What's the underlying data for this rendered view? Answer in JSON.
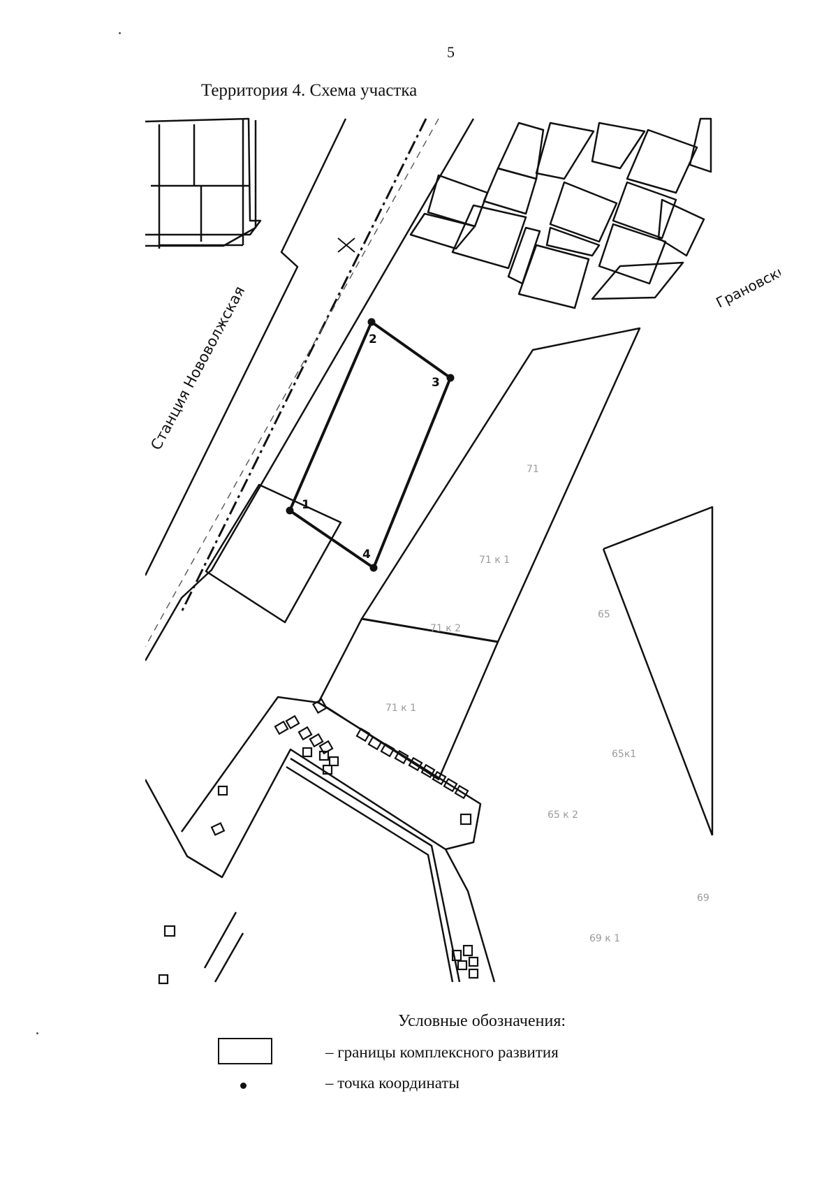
{
  "page": {
    "number": "5",
    "title": "Территория 4. Схема участка"
  },
  "map": {
    "street_labels": {
      "station": "Станция Нововолжская",
      "street": "Грановский"
    },
    "points": [
      {
        "label": "1"
      },
      {
        "label": "2"
      },
      {
        "label": "3"
      },
      {
        "label": "4"
      }
    ],
    "building_numbers": {
      "b71": "71",
      "b71k1_top": "71 к 1",
      "b71k2": "71 к 2",
      "b71k1_bottom": "71 к 1",
      "b65": "65",
      "b65k1": "65к1",
      "b65k2": "65 к 2",
      "b69": "69",
      "b69k1": "69 к 1"
    }
  },
  "legend": {
    "title": "Условные обозначения:",
    "boundary_label": "– границы комплексного развития",
    "point_label": "– точка координаты"
  },
  "colors": {
    "ink": "#111111",
    "faint": "#9a9a9a",
    "paper": "#ffffff"
  }
}
